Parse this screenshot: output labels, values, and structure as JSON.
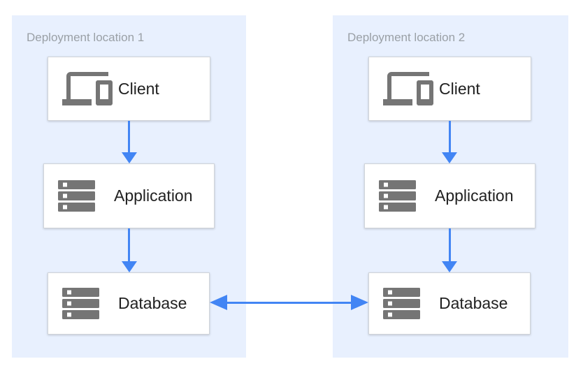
{
  "diagram": {
    "panels": [
      {
        "title": "Deployment location 1",
        "nodes": [
          {
            "icon": "devices-icon",
            "label": "Client"
          },
          {
            "icon": "server-stack-icon",
            "label": "Application"
          },
          {
            "icon": "server-stack-icon",
            "label": "Database"
          }
        ]
      },
      {
        "title": "Deployment location 2",
        "nodes": [
          {
            "icon": "devices-icon",
            "label": "Client"
          },
          {
            "icon": "server-stack-icon",
            "label": "Application"
          },
          {
            "icon": "server-stack-icon",
            "label": "Database"
          }
        ]
      }
    ],
    "connections": [
      {
        "from": "client-1",
        "to": "application-1",
        "type": "arrow-down"
      },
      {
        "from": "application-1",
        "to": "database-1",
        "type": "arrow-down"
      },
      {
        "from": "client-2",
        "to": "application-2",
        "type": "arrow-down"
      },
      {
        "from": "application-2",
        "to": "database-2",
        "type": "arrow-down"
      },
      {
        "from": "database-1",
        "to": "database-2",
        "type": "arrow-bidirectional"
      }
    ],
    "colors": {
      "panel_background": "#e8f0fe",
      "arrow_blue": "#4285f4",
      "icon_gray": "#757575",
      "box_border": "#d0d4d9",
      "label_text": "#212121",
      "title_text": "#9aa0a6"
    }
  }
}
